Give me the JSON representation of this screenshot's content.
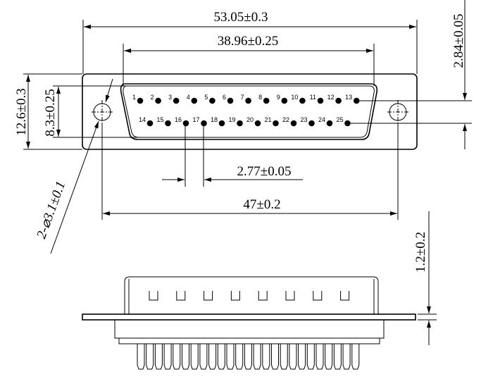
{
  "dimensions": {
    "overall_width": "53.05±0.3",
    "shell_width": "38.96±0.25",
    "row_offset": "2.84±0.05",
    "flange_height": "12.6±0.3",
    "shell_height": "8.3±0.25",
    "pin_pitch": "2.77±0.05",
    "hole_spacing": "47±0.2",
    "hole_diameter": "2-⌀3.1±0.1",
    "flange_thickness": "1.2±0.2"
  },
  "pins": {
    "row1": [
      "1",
      "2",
      "3",
      "4",
      "5",
      "6",
      "7",
      "8",
      "9",
      "10",
      "11",
      "12",
      "13"
    ],
    "row2": [
      "14",
      "15",
      "16",
      "17",
      "18",
      "19",
      "20",
      "21",
      "22",
      "23",
      "24",
      "25"
    ]
  },
  "side_view": {
    "slot_count": 8,
    "pin_count": 25
  }
}
